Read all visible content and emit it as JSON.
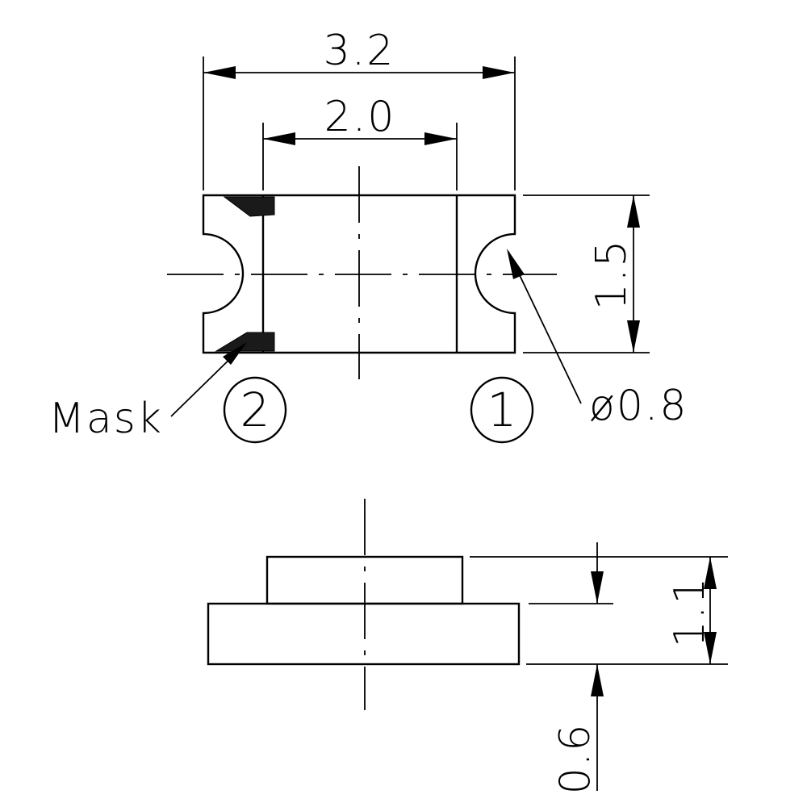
{
  "top_view": {
    "dimensions": {
      "overall_length": "3.2",
      "inner_length": "2.0",
      "width": "1.5",
      "hole_diameter": "ø0.8"
    },
    "labels": {
      "mask": "Mask",
      "pin_2": "2",
      "pin_1": "1"
    }
  },
  "side_view": {
    "dimensions": {
      "total_height": "1.1",
      "base_height": "0.6"
    }
  }
}
